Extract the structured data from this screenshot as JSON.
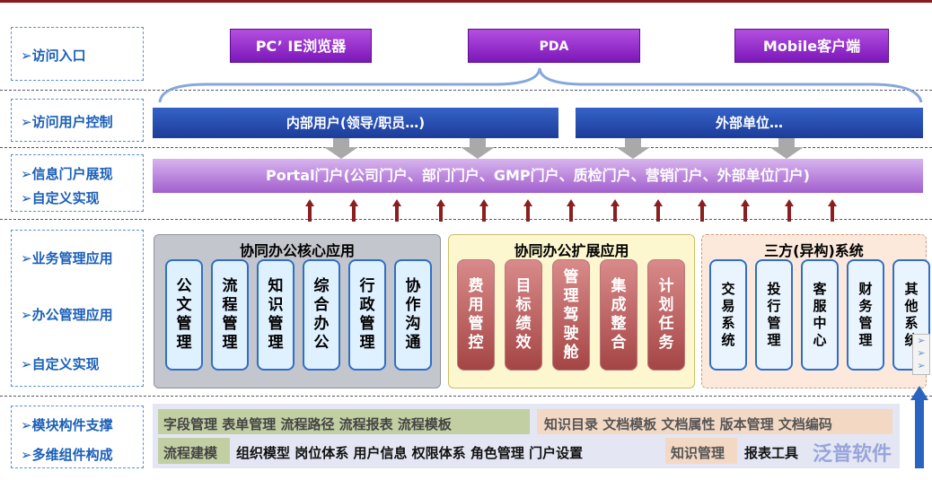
{
  "sidebar": {
    "access_entry": "➢访问入口",
    "access_user_control": "➢访问用户控制",
    "info_portal_display": "➢信息门户展现",
    "custom_impl_1": "➢自定义实现",
    "business_mgmt_app": "➢业务管理应用",
    "office_mgmt_app": "➢办公管理应用",
    "custom_impl_2": "➢自定义实现",
    "module_support": "➢模块构件支撑",
    "multi_component": "➢多维组件构成"
  },
  "access": [
    "PC’ IE浏览器",
    "PDA",
    "Mobile客户端"
  ],
  "users": {
    "internal": "内部用户(领导/职员…)",
    "external": "外部单位…"
  },
  "portal": "Portal门户(公司门户、部门门户、GMP门户、质检门户、营销门户、外部单位门户)",
  "core": {
    "title": "协同办公核心应用",
    "items": [
      "公文管理",
      "流程管理",
      "知识管理",
      "综合办公",
      "行政管理",
      "协作沟通"
    ]
  },
  "ext": {
    "title": "协同办公扩展应用",
    "items": [
      "费用管控",
      "目标绩效",
      "管理驾驶舱",
      "集成整合",
      "计划任务"
    ]
  },
  "third": {
    "title": "三方(异构)系统",
    "items": [
      "交易系统",
      "投行管理",
      "客服中心",
      "财务管理",
      "其他系统"
    ]
  },
  "components": {
    "row1_left": "字段管理  表单管理  流程路径  流程报表    流程模板",
    "row1_right": "知识目录  文档模板  文档属性  版本管理  文档编码",
    "row2_a": "流程建模",
    "row2_b": "组织模型  岗位体系  用户信息  权限体系  角色管理  门户设置",
    "row2_c": "知识管理",
    "row2_d": "报表工具"
  },
  "watermark": "泛普软件",
  "colors": {
    "purple": "#8a27c4",
    "blue": "#1f46a8",
    "darkred": "#8b1e1e"
  }
}
